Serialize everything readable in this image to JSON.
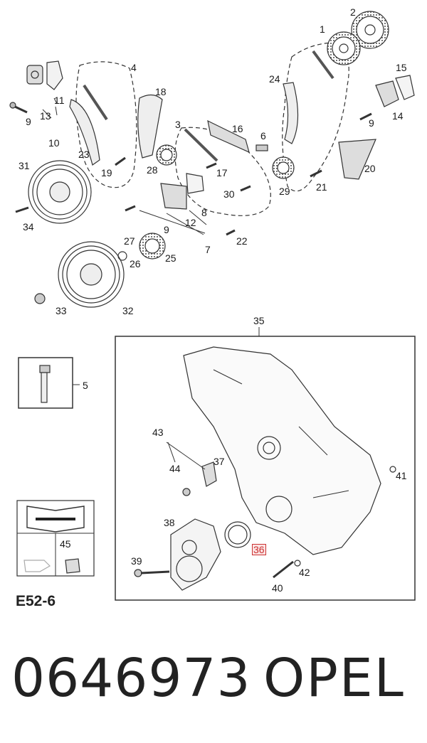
{
  "diagram": {
    "callouts": {
      "c1": "1",
      "c2": "2",
      "c3": "3",
      "c4": "4",
      "c5": "5",
      "c6": "6",
      "c7": "7",
      "c8": "8",
      "c9a": "9",
      "c9b": "9",
      "c9c": "9",
      "c10": "10",
      "c11": "11",
      "c12": "12",
      "c13": "13",
      "c14": "14",
      "c15": "15",
      "c16": "16",
      "c17": "17",
      "c18": "18",
      "c19": "19",
      "c20": "20",
      "c21": "21",
      "c22": "22",
      "c23": "23",
      "c24": "24",
      "c25": "25",
      "c26": "26",
      "c27": "27",
      "c28": "28",
      "c29": "29",
      "c30": "30",
      "c31": "31",
      "c32": "32",
      "c33": "33",
      "c34": "34",
      "c35": "35",
      "c36": "36",
      "c37": "37",
      "c38": "38",
      "c39": "39",
      "c40": "40",
      "c41": "41",
      "c42": "42",
      "c43": "43",
      "c44": "44",
      "c45": "45"
    },
    "highlighted_callout": "36",
    "catalog_code": "E52-6",
    "part_number": "0646973",
    "brand": "OPEL",
    "colors": {
      "line": "#333333",
      "highlight": "#cc3333",
      "highlight_fill": "#fbe3e3"
    }
  }
}
